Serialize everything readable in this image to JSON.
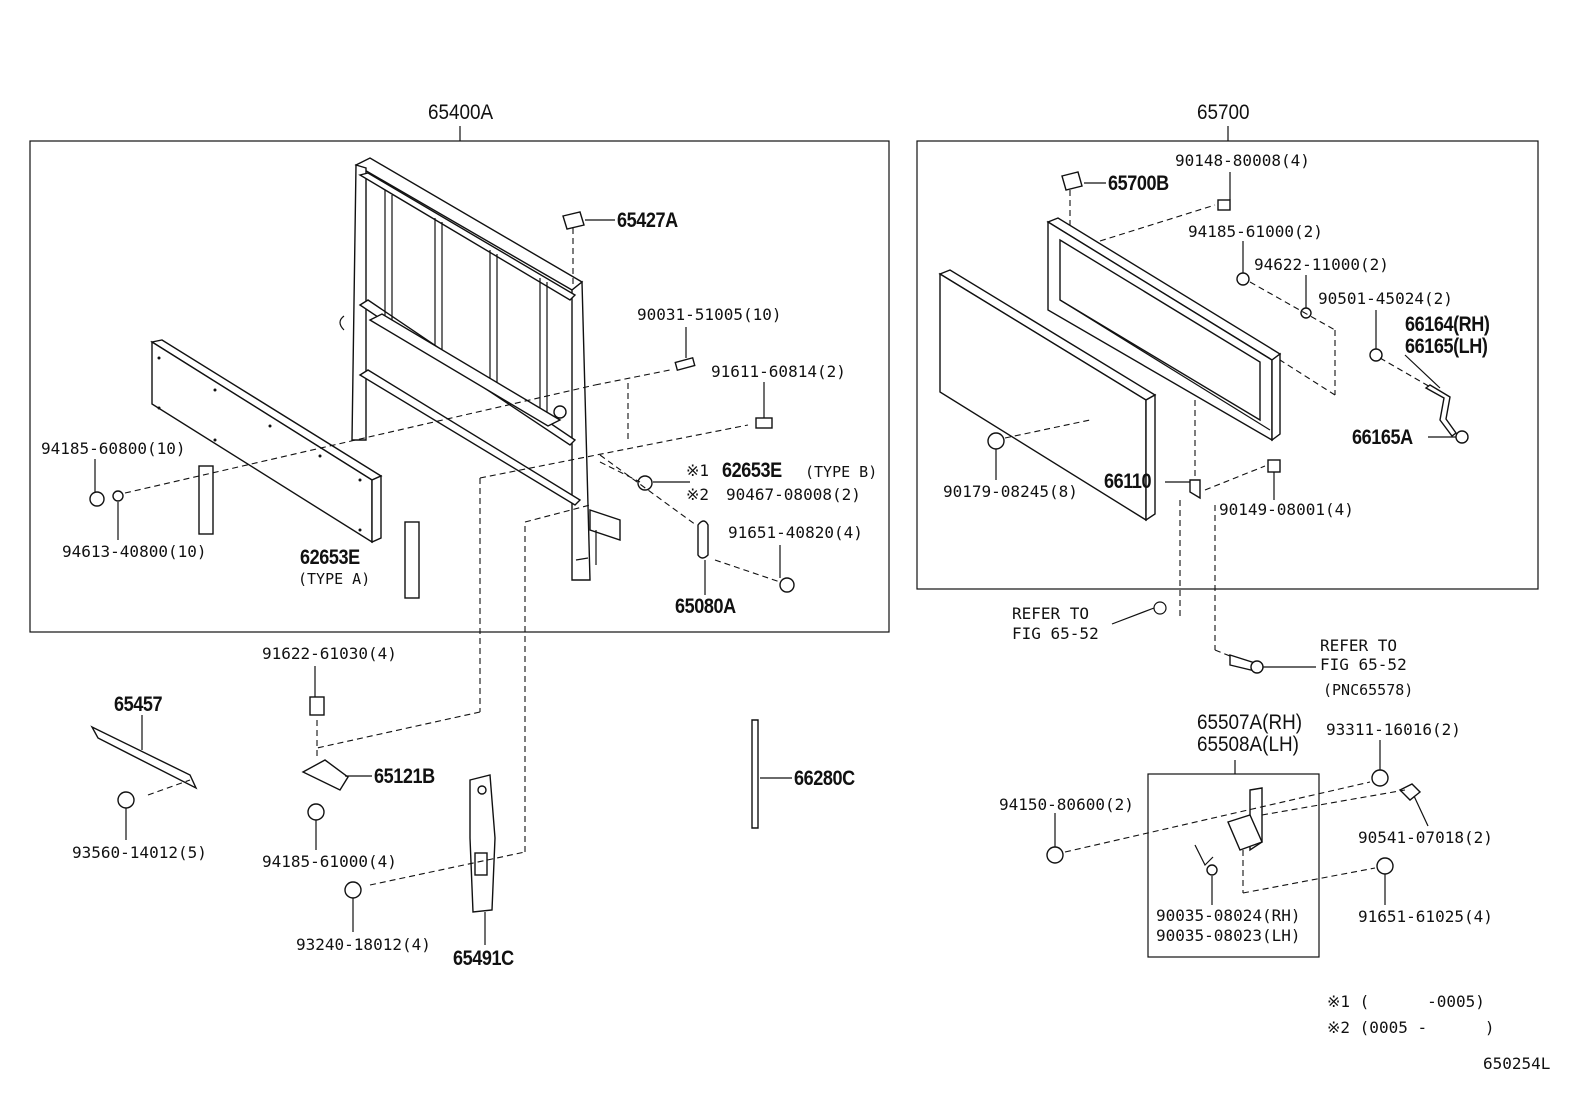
{
  "diagram": {
    "reference_code": "650254L",
    "groups": [
      {
        "id": "65400A",
        "label": "65400A"
      },
      {
        "id": "65700",
        "label": "65700"
      },
      {
        "id": "65507A",
        "label_rh": "65507A(RH)",
        "label_lh": "65508A(LH)"
      }
    ],
    "parts": {
      "p65427A": "65427A",
      "p90031": "90031-51005(10)",
      "p91611": "91611-60814(2)",
      "p94185a": "94185-60800(10)",
      "p94613": "94613-40800(10)",
      "p62653E_A": "62653E",
      "typeA": "(TYPE A)",
      "mark1": "※1",
      "p62653E_B": "62653E",
      "typeB": "(TYPE B)",
      "mark2": "※2",
      "p90467": "90467-08008(2)",
      "p91651a": "91651-40820(4)",
      "p65080A": "65080A",
      "p91622": "91622-61030(4)",
      "p65457": "65457",
      "p65121B": "65121B",
      "p93560": "93560-14012(5)",
      "p94185b": "94185-61000(4)",
      "p93240": "93240-18012(4)",
      "p65491C": "65491C",
      "p66280C": "66280C",
      "p65700B": "65700B",
      "p90148": "90148-80008(4)",
      "p94185c": "94185-61000(2)",
      "p94622": "94622-11000(2)",
      "p90501": "90501-45024(2)",
      "p66164": "66164(RH)",
      "p66165": "66165(LH)",
      "p66165A": "66165A",
      "p90179": "90179-08245(8)",
      "p66110": "66110",
      "p90149": "90149-08001(4)",
      "refer1a": "REFER TO",
      "refer1b": "FIG 65-52",
      "refer2a": "REFER TO",
      "refer2b": "FIG 65-52",
      "pnc": "(PNC65578)",
      "p93311": "93311-16016(2)",
      "p94150": "94150-80600(2)",
      "p90541": "90541-07018(2)",
      "p90035rh": "90035-08024(RH)",
      "p90035lh": "90035-08023(LH)",
      "p91651b": "91651-61025(4)",
      "note1": "※1 (      -0005)",
      "note2": "※2 (0005 -      )"
    }
  }
}
